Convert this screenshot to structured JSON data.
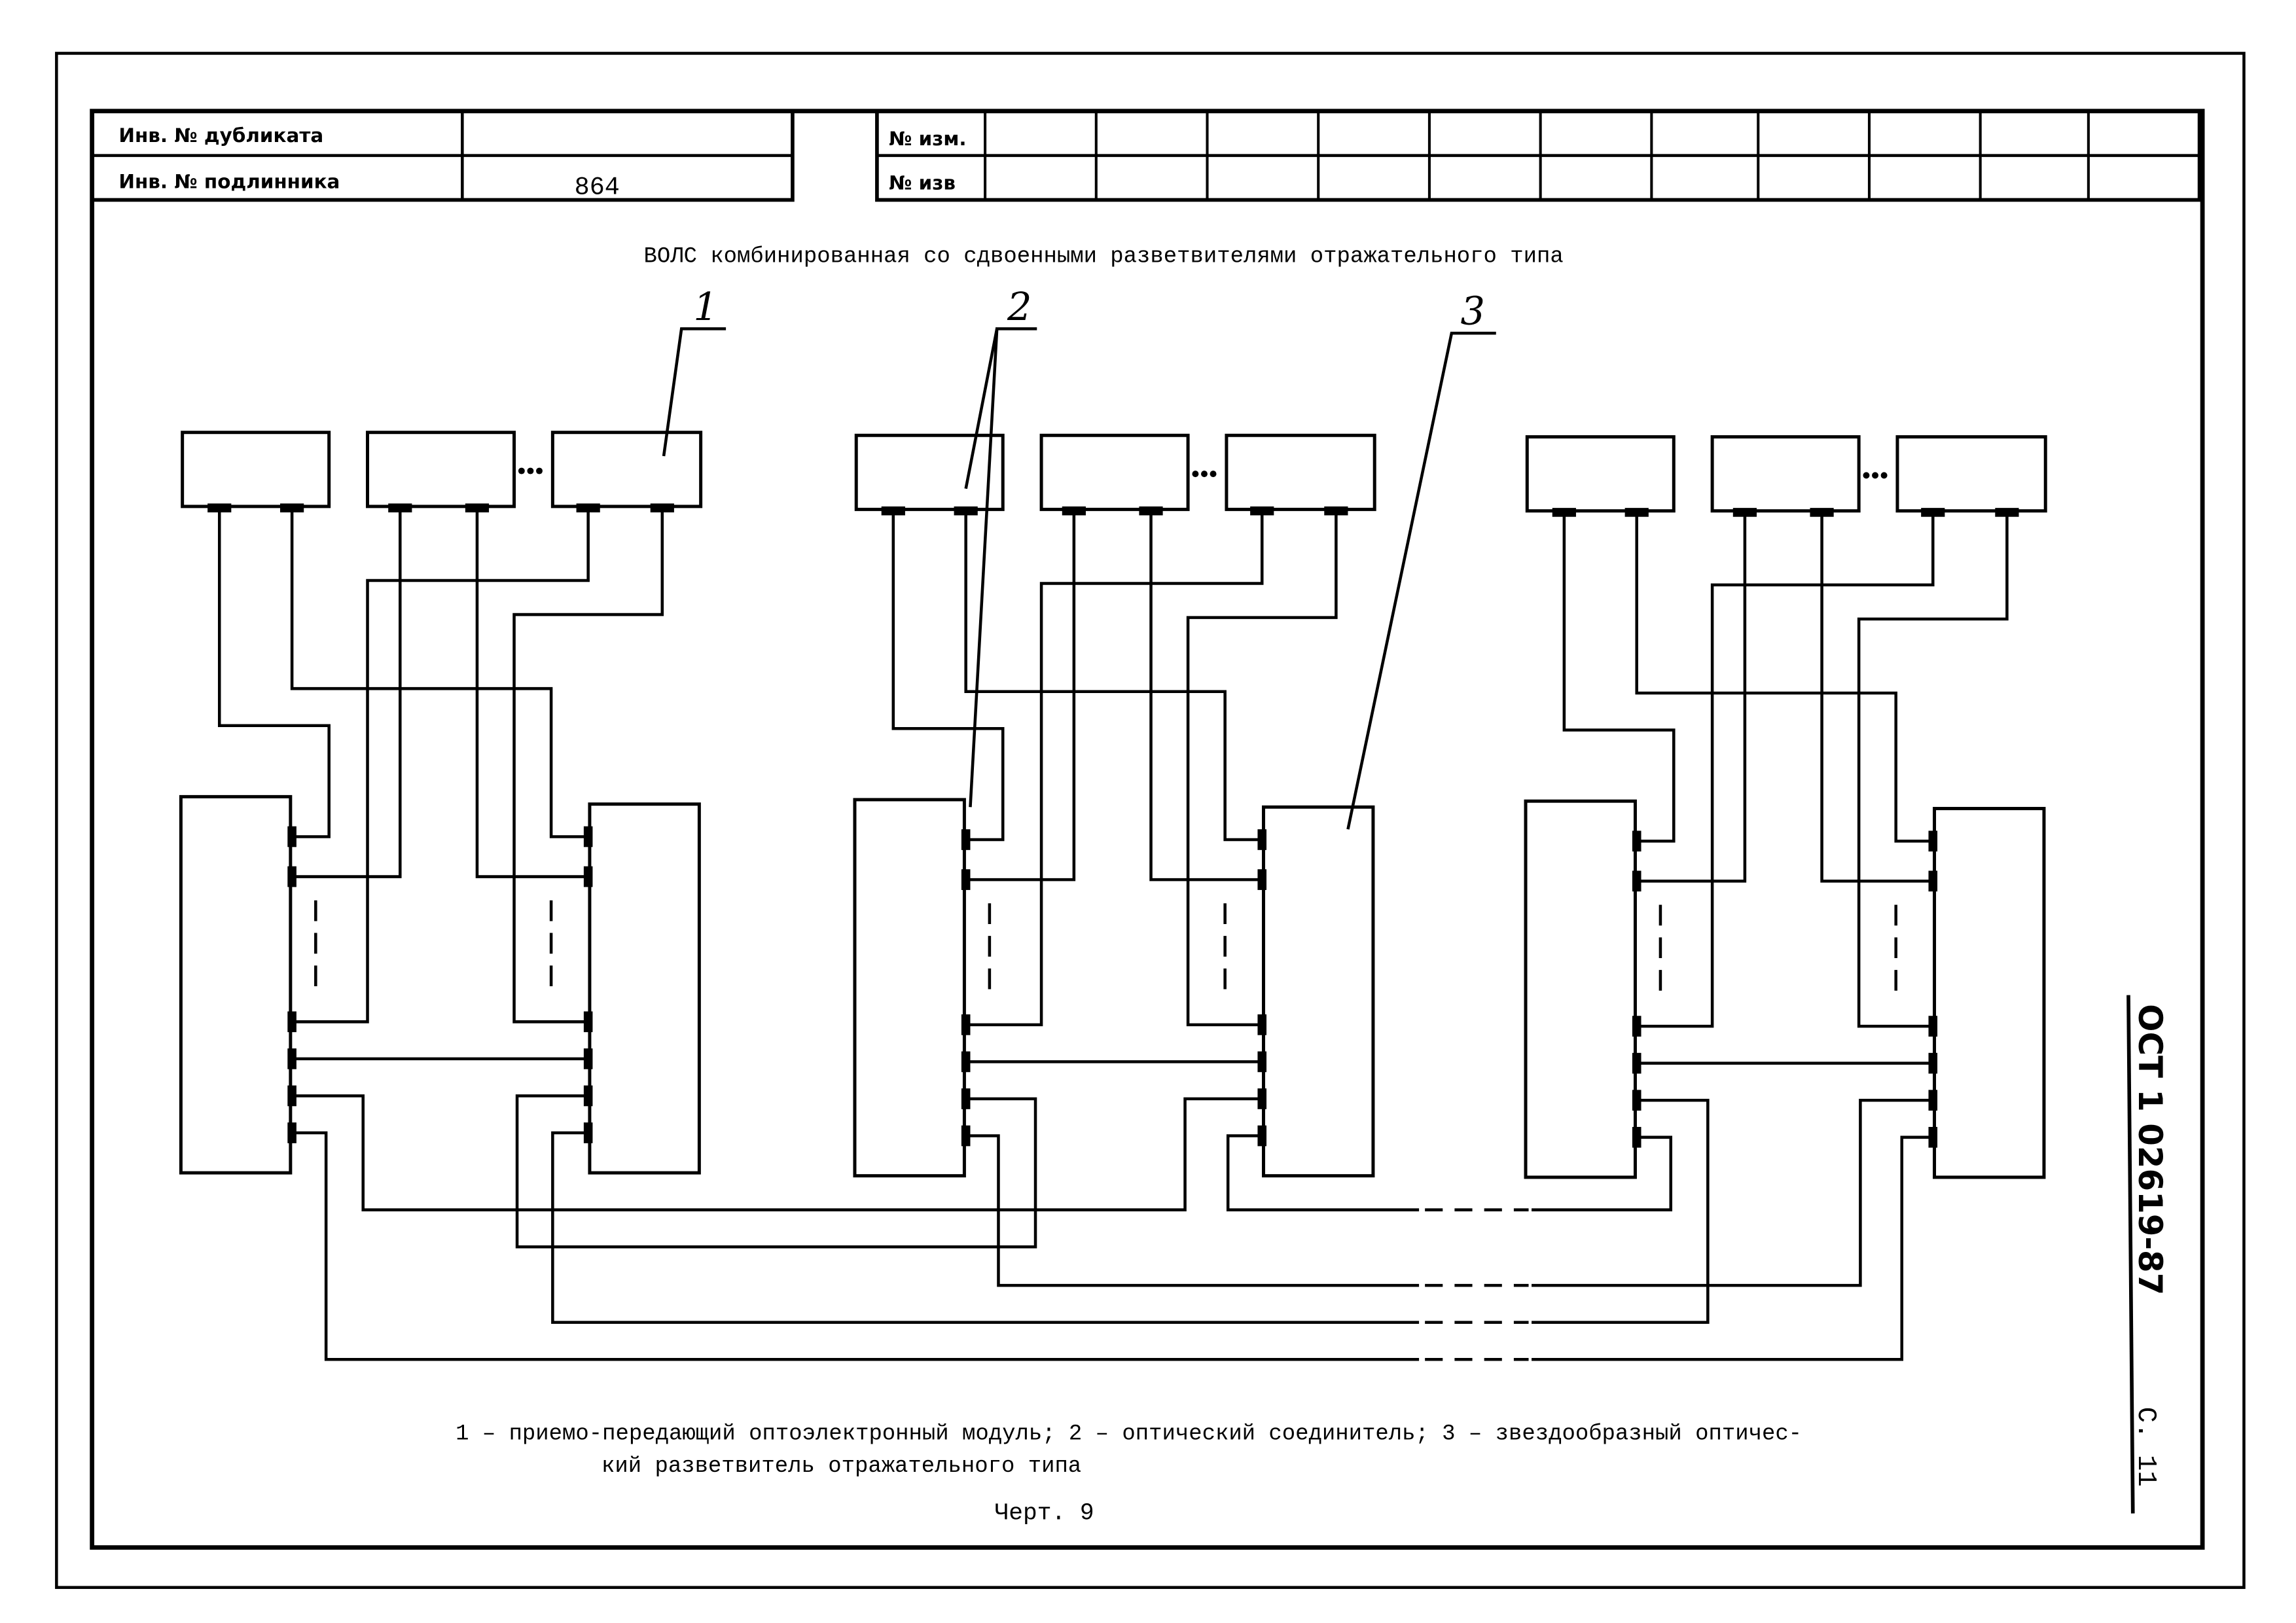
{
  "stamp_left": {
    "rows": [
      {
        "label": "Инв. № дубликата",
        "value": ""
      },
      {
        "label": "Инв. № подлинника",
        "value": "864"
      }
    ]
  },
  "stamp_right": {
    "rows": [
      {
        "label": "№ изм."
      },
      {
        "label": "№ изв"
      }
    ]
  },
  "title": "ВОЛС комбинированная со сдвоенными разветвителями отражательного типа",
  "callouts": [
    "1",
    "2",
    "3"
  ],
  "legend": {
    "line1": "1 – приемо-передающий оптоэлектронный модуль; 2 – оптический соединитель; 3 – звездообразный оптичес-",
    "line2": "кий разветвитель отражательного типа"
  },
  "figure_label": "Черт. 9",
  "side": {
    "standard": "ОСТ 1 02619-87",
    "page": "С. 11"
  }
}
